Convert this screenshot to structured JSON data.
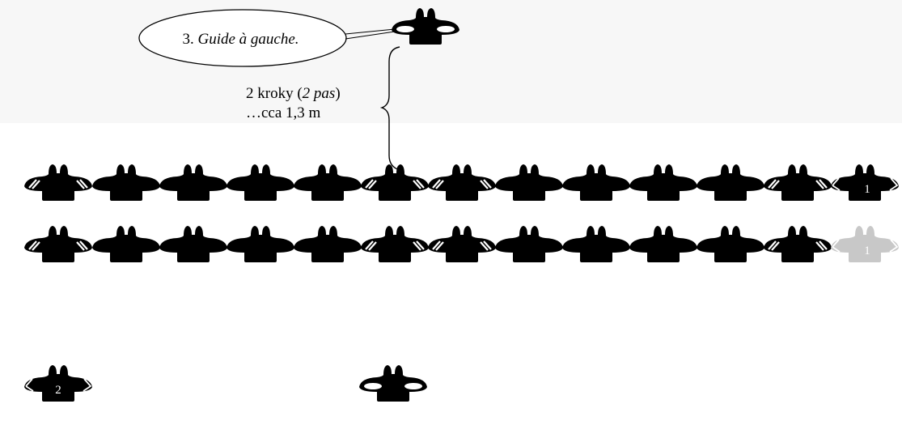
{
  "callout": {
    "number": "3.",
    "command": "Guide à gauche."
  },
  "distance": {
    "line1_main": "2 kroky (",
    "line1_italic": "2 pas",
    "line1_close": ")",
    "line2": "…cca 1,3 m"
  },
  "badges": {
    "rank1_guide": "1",
    "rank2_guide": "1",
    "second_file": "2"
  },
  "colors": {
    "figure": "#000000",
    "ghost_figure": "#c8c8c8",
    "background_band": "#f7f7f7"
  },
  "icons": {
    "soldier": "soldier-topdown-icon"
  }
}
